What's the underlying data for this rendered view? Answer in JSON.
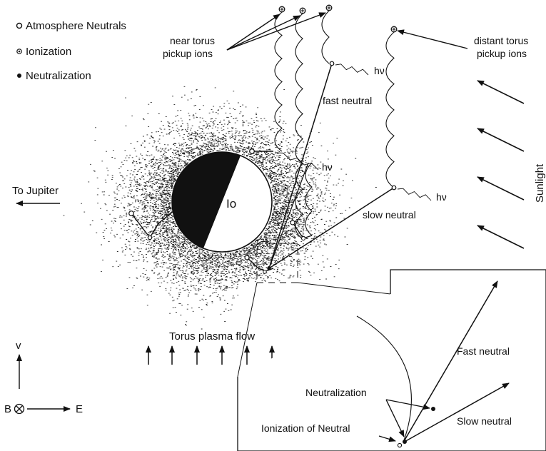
{
  "legend": {
    "atmosphere_neutrals": "Atmosphere Neutrals",
    "ionization": "Ionization",
    "neutralization": "Neutralization"
  },
  "labels": {
    "near_torus_line1": "near torus",
    "near_torus_line2": "pickup ions",
    "distant_torus_line1": "distant torus",
    "distant_torus_line2": "pickup ions",
    "fast_neutral": "fast neutral",
    "slow_neutral": "slow neutral",
    "hv": "hν",
    "sunlight": "Sunlight",
    "to_jupiter": "To Jupiter",
    "io": "Io",
    "torus_flow": "Torus plasma flow",
    "axis_v": "v",
    "axis_b": "B",
    "axis_e": "E"
  },
  "inset": {
    "fast_neutral": "Fast neutral",
    "neutralization": "Neutralization",
    "slow_neutral": "Slow neutral",
    "ionization_of_neutral": "Ionization of Neutral"
  }
}
